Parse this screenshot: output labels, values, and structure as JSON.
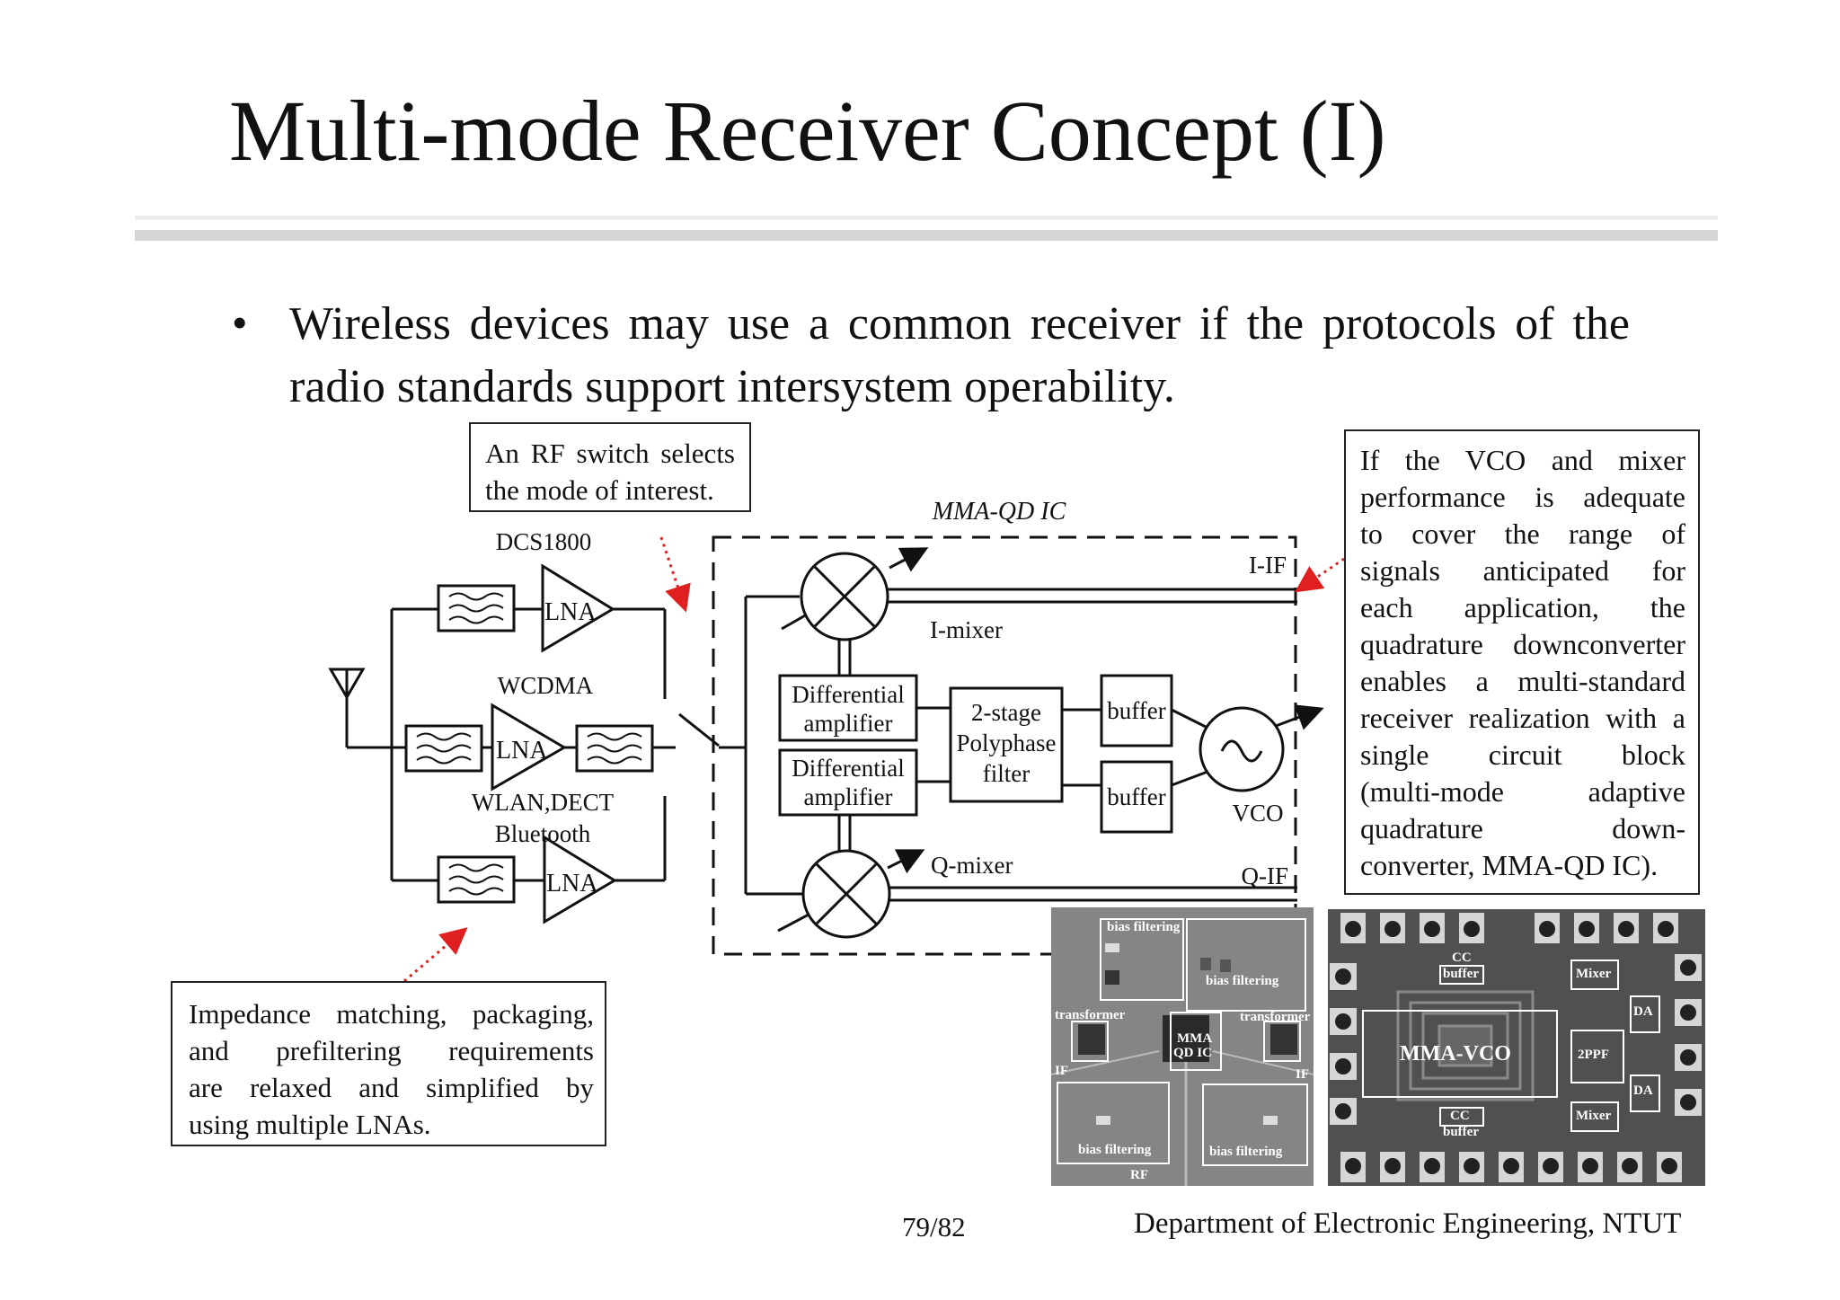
{
  "slide": {
    "title": "Multi-mode Receiver Concept (I)",
    "bullet_symbol": "•",
    "bullet": "Wireless devices may use a common receiver if the protocols of the radio standards support intersystem operability.",
    "page_number": "79/82",
    "department": "Department of Electronic Engineering, NTUT"
  },
  "notes": {
    "rf_switch": [
      "An RF switch selects",
      "the mode of interest."
    ],
    "impedance": [
      "Impedance matching, packaging,",
      "and prefiltering requirements",
      "are relaxed and simplified by",
      "using multiple LNAs."
    ],
    "vco_mixer": [
      "If the VCO and mixer",
      "performance is adequate",
      "to cover the range of",
      "signals anticipated for",
      "each application, the",
      "quadrature downconverter",
      "enables a multi-standard",
      "receiver realization with a",
      "single circuit block",
      "(multi-mode adaptive",
      "quadrature down-",
      "converter, MMA-QD IC)."
    ]
  },
  "diagram": {
    "ic_label": "MMA-QD IC",
    "bands": [
      "DCS1800",
      "WCDMA",
      "WLAN,DECT",
      "Bluetooth"
    ],
    "lna": "LNA",
    "i_if": "I-IF",
    "q_if": "Q-IF",
    "i_mixer": "I-mixer",
    "q_mixer": "Q-mixer",
    "diff_amp": [
      "Differential",
      "amplifier"
    ],
    "polyphase": [
      "2-stage",
      "Polyphase",
      "filter"
    ],
    "buffer": "buffer",
    "vco": "VCO"
  },
  "photos": {
    "board": {
      "bias_filtering": "bias filtering",
      "transformer": "transformer",
      "mma_qd_ic": [
        "MMA",
        "QD IC"
      ],
      "if": "IF",
      "rf": "RF"
    },
    "die": {
      "cc_buffer": [
        "CC",
        "buffer"
      ],
      "mixer": "Mixer",
      "mma_vco": "MMA-VCO",
      "ppf": "2PPF",
      "da": "DA"
    }
  },
  "colors": {
    "annotation_arrow": "#e02020"
  }
}
